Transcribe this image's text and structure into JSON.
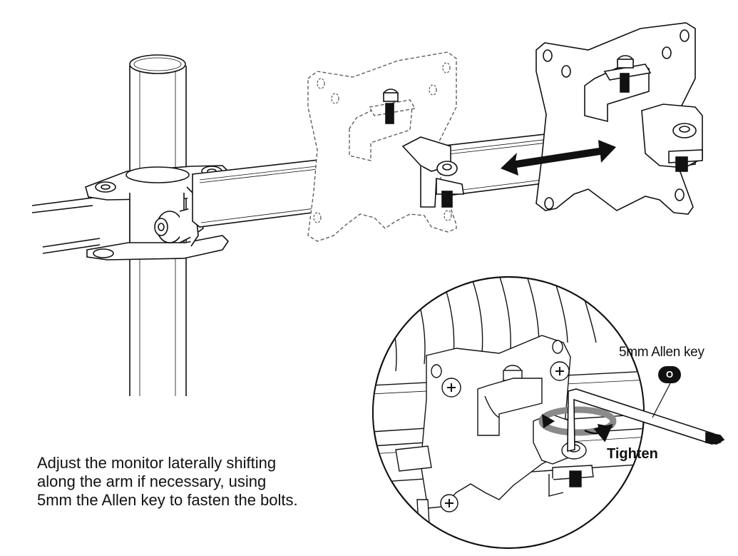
{
  "caption": {
    "lines": [
      "Adjust the monitor laterally shifting",
      "along the arm if necessary, using",
      "5mm the Allen key to fasten the bolts."
    ]
  },
  "callout": {
    "tool_label": "5mm Allen key",
    "tool_badge": "O",
    "action_label": "Tighten"
  },
  "icons": {
    "move_arrow": "double-headed-arrow-icon",
    "rotate_arrow": "clockwise-rotation-arrow-icon"
  },
  "colors": {
    "line": "#111111",
    "dashed_outline": "#555555",
    "background": "#ffffff",
    "rotation_band": "#8a8a8a"
  }
}
